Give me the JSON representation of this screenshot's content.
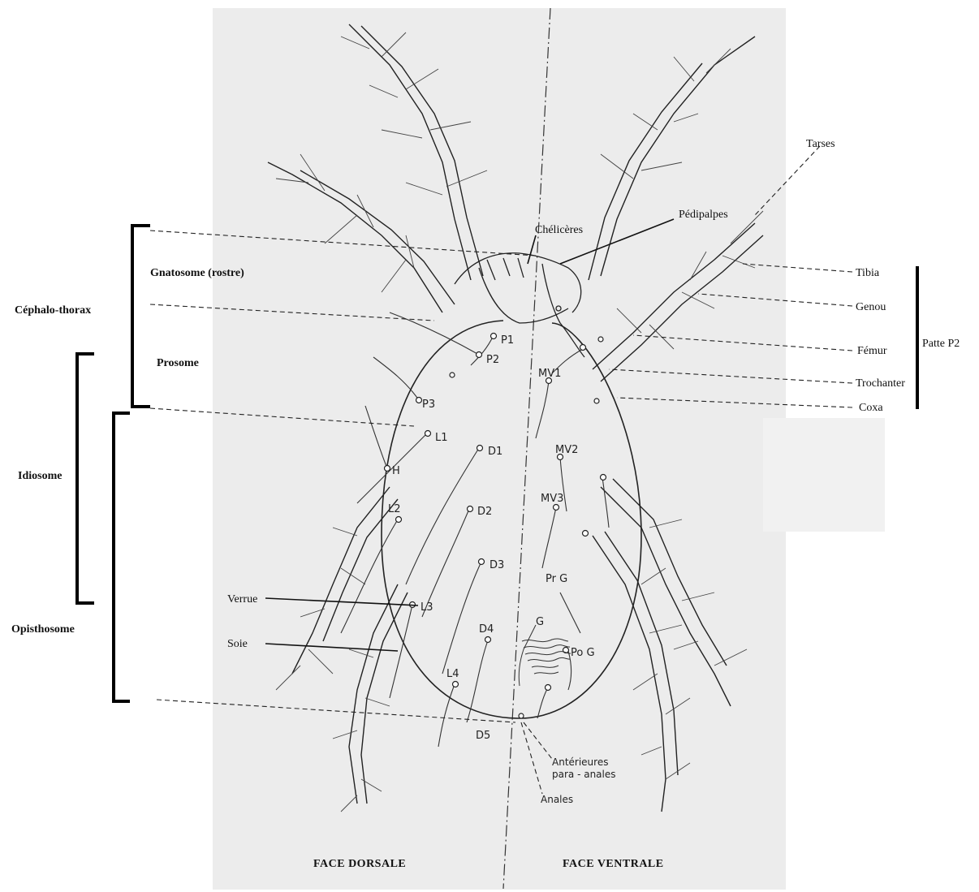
{
  "regions": {
    "cephalothorax": "Céphalo-thorax",
    "gnathosome": "Gnatosome (rostre)",
    "prosome": "Prosome",
    "idiosome": "Idiosome",
    "opisthosome": "Opisthosome",
    "verrue": "Verrue",
    "soie": "Soie"
  },
  "appendages": {
    "tarses": "Tarses",
    "pedipalpes": "Pédipalpes",
    "cheliceres": "Chélicères",
    "tibia": "Tibia",
    "genou": "Genou",
    "femur": "Fémur",
    "trochanter": "Trochanter",
    "coxa": "Coxa",
    "patte": "Patte P2"
  },
  "dorsal_setae": [
    "P1",
    "P2",
    "P3",
    "L1",
    "H",
    "D1",
    "L2",
    "D2",
    "D3",
    "L3",
    "D4",
    "L4",
    "D5"
  ],
  "ventral_setae": [
    "MV1",
    "MV2",
    "MV3",
    "Pr G",
    "G",
    "Po G"
  ],
  "anal": {
    "anterieures": "Antérieures",
    "para_anales": "para - anales",
    "anales": "Anales"
  },
  "captions": {
    "dorsal": "FACE DORSALE",
    "ventral": "FACE VENTRALE"
  }
}
